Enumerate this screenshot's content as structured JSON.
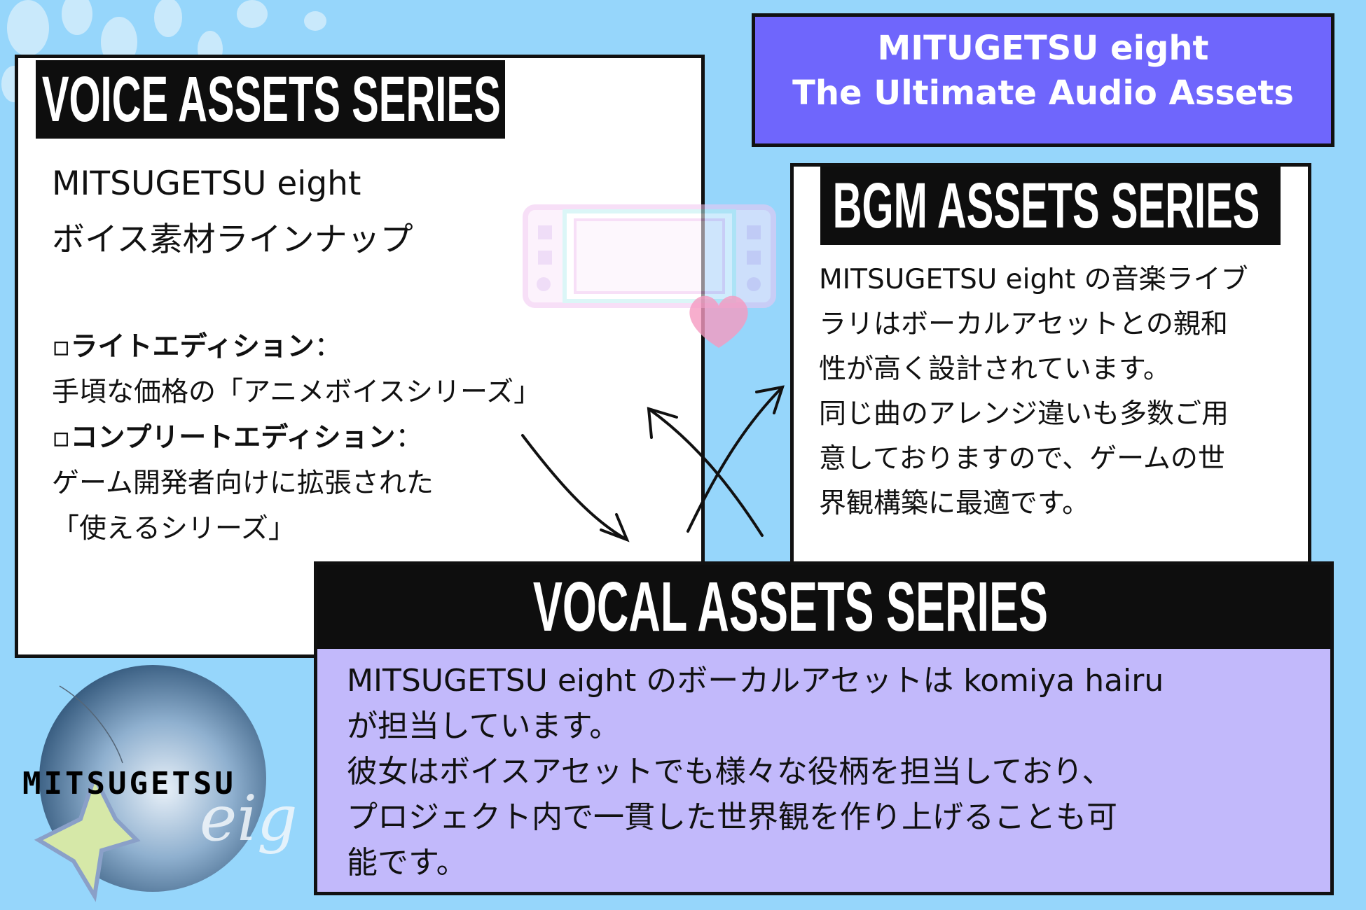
{
  "title_box": {
    "line1": "MITUGETSU eight",
    "line2": "The Ultimate Audio Assets",
    "bg_color": "#6f66fc"
  },
  "voice": {
    "header": "VOICE ASSETS SERIES",
    "title_line1": "MITSUGETSU eight",
    "title_line2": "ボイス素材ラインナップ",
    "items": [
      {
        "bullet": "▫",
        "label": "ライトエディション",
        "sep": "：",
        "desc": "手頃な価格の「アニメボイスシリーズ」"
      },
      {
        "bullet": "▫",
        "label": "コンプリートエディション",
        "sep": "：",
        "desc": "ゲーム開発者向けに拡張された",
        "desc2": "「使えるシリーズ」"
      }
    ]
  },
  "bgm": {
    "header": "BGM ASSETS SERIES",
    "lines": [
      "MITSUGETSU eight の音楽ライブ",
      "ラリはボーカルアセットとの親和",
      "性が高く設計されています。",
      "同じ曲のアレンジ違いも多数ご用",
      "意しておりますので、ゲームの世",
      "界観構築に最適です。"
    ]
  },
  "vocal": {
    "header": "VOCAL ASSETS SERIES",
    "lines": [
      "MITSUGETSU eight のボーカルアセットは komiya hairu",
      "が担当しています。",
      "彼女はボイスアセットでも様々な役柄を担当しており、",
      "プロジェクト内で一貫した世界観を作り上げることも可",
      "能です。"
    ],
    "bg_color": "#c2b9fb"
  },
  "logo": {
    "text": "MITSUGETSU",
    "script_text": "eight"
  }
}
